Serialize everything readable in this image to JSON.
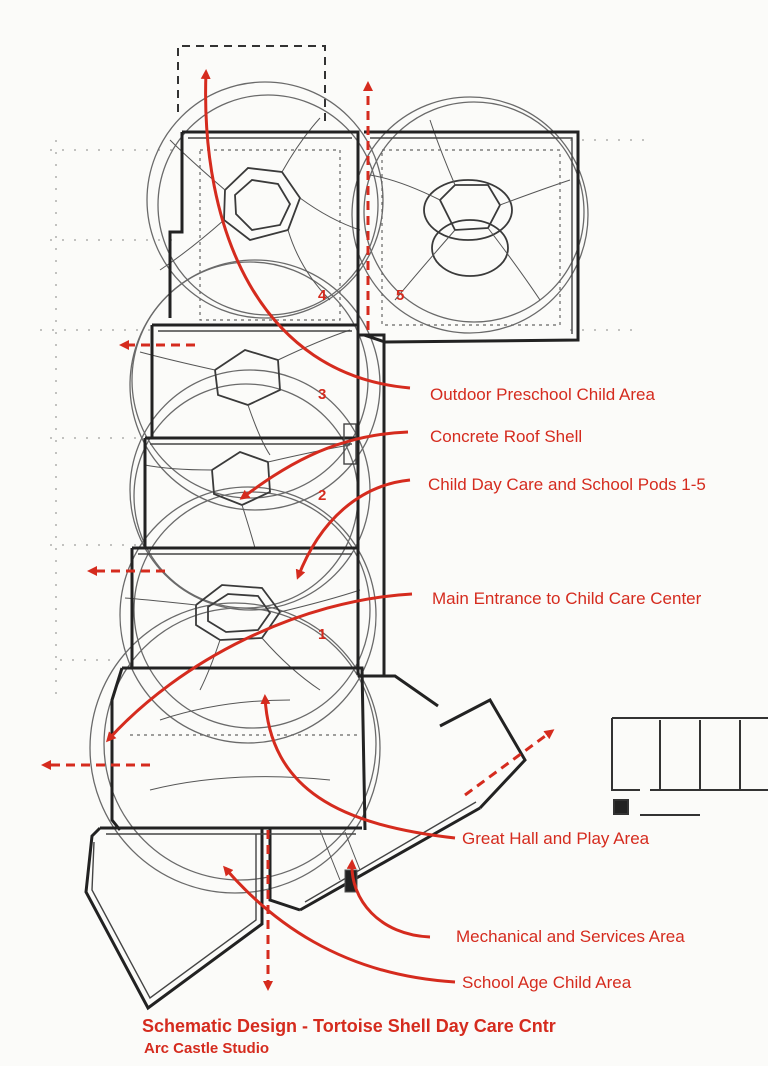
{
  "callouts": [
    {
      "text": "Outdoor Preschool Child Area"
    },
    {
      "text": "Concrete Roof Shell"
    },
    {
      "text": "Child Day Care and School Pods 1-5"
    },
    {
      "text": "Main Entrance to Child Care Center"
    },
    {
      "text": "Great Hall and Play Area"
    },
    {
      "text": "Mechanical and Services Area"
    },
    {
      "text": "School Age Child Area"
    }
  ],
  "pods": [
    "1",
    "2",
    "3",
    "4",
    "5"
  ],
  "title": "Schematic Design - Tortoise Shell Day Care Cntr",
  "studio": "Arc Castle Studio",
  "colors": {
    "annotation": "#d52b1e",
    "ink": "#2a2a2a",
    "pencil": "#6a6a6a"
  }
}
